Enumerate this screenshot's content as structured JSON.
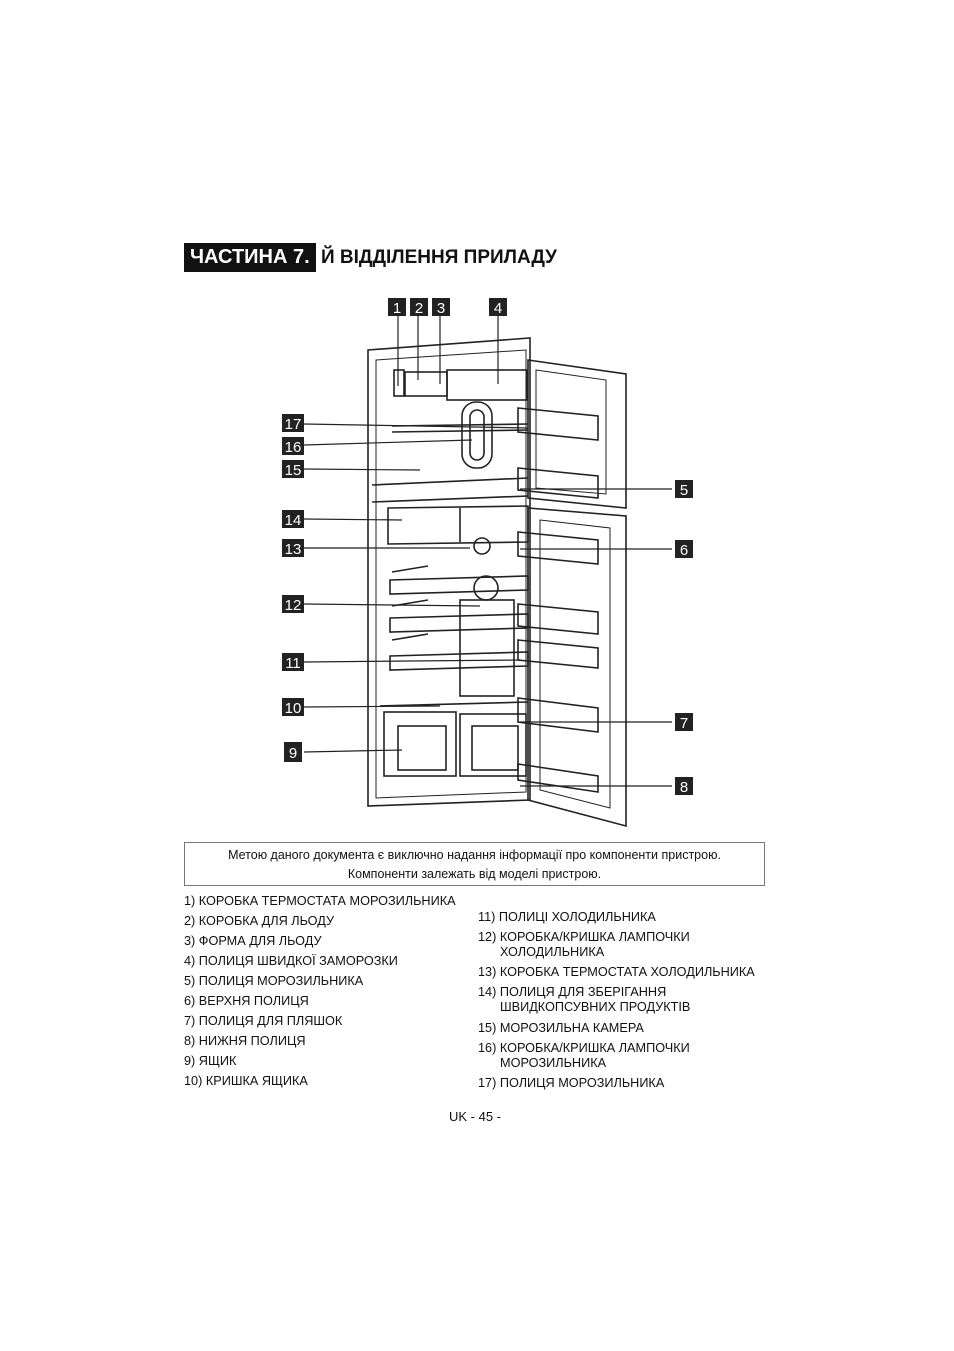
{
  "header": {
    "section_label": "ЧАСТИНА 7.",
    "section_title": "Й ВІДДІЛЕННЯ ПРИЛАДУ"
  },
  "diagram": {
    "callout_numbers": [
      "1",
      "2",
      "3",
      "4",
      "5",
      "6",
      "7",
      "8",
      "9",
      "10",
      "11",
      "12",
      "13",
      "14",
      "15",
      "16",
      "17"
    ]
  },
  "notice": {
    "line1": "Метою даного документа є виключно надання інформації про компоненти пристрою.",
    "line2": "Компоненти залежать від моделі пристрою."
  },
  "legend_left": [
    "1) КОРОБКА ТЕРМОСТАТА МОРОЗИЛЬНИКА",
    "2) КОРОБКА ДЛЯ ЛЬОДУ",
    "3) ФОРМА ДЛЯ ЛЬОДУ",
    "4) ПОЛИЦЯ ШВИДКОЇ ЗАМОРОЗКИ",
    "5) ПОЛИЦЯ МОРОЗИЛЬНИКА",
    "6) ВЕРХНЯ ПОЛИЦЯ",
    "7) ПОЛИЦЯ ДЛЯ ПЛЯШОК",
    "8) НИЖНЯ ПОЛИЦЯ",
    "9) ЯЩИК",
    "10) КРИШКА ЯЩИКА"
  ],
  "legend_right": [
    {
      "line1": "11) ПОЛИЦІ ХОЛОДИЛЬНИКА",
      "line2": ""
    },
    {
      "line1": "12) КОРОБКА/КРИШКА ЛАМПОЧКИ",
      "line2": "ХОЛОДИЛЬНИКА"
    },
    {
      "line1": "13) КОРОБКА ТЕРМОСТАТА ХОЛОДИЛЬНИКА",
      "line2": ""
    },
    {
      "line1": "14) ПОЛИЦЯ ДЛЯ ЗБЕРІГАННЯ",
      "line2": "ШВИДКОПСУВНИХ ПРОДУКТІВ"
    },
    {
      "line1": "15) МОРОЗИЛЬНА КАМЕРА",
      "line2": ""
    },
    {
      "line1": "16) КОРОБКА/КРИШКА ЛАМПОЧКИ",
      "line2": "МОРОЗИЛЬНИКА"
    },
    {
      "line1": "17) ПОЛИЦЯ МОРОЗИЛЬНИКА",
      "line2": ""
    }
  ],
  "footer": {
    "page_number": "UK - 45 -"
  }
}
